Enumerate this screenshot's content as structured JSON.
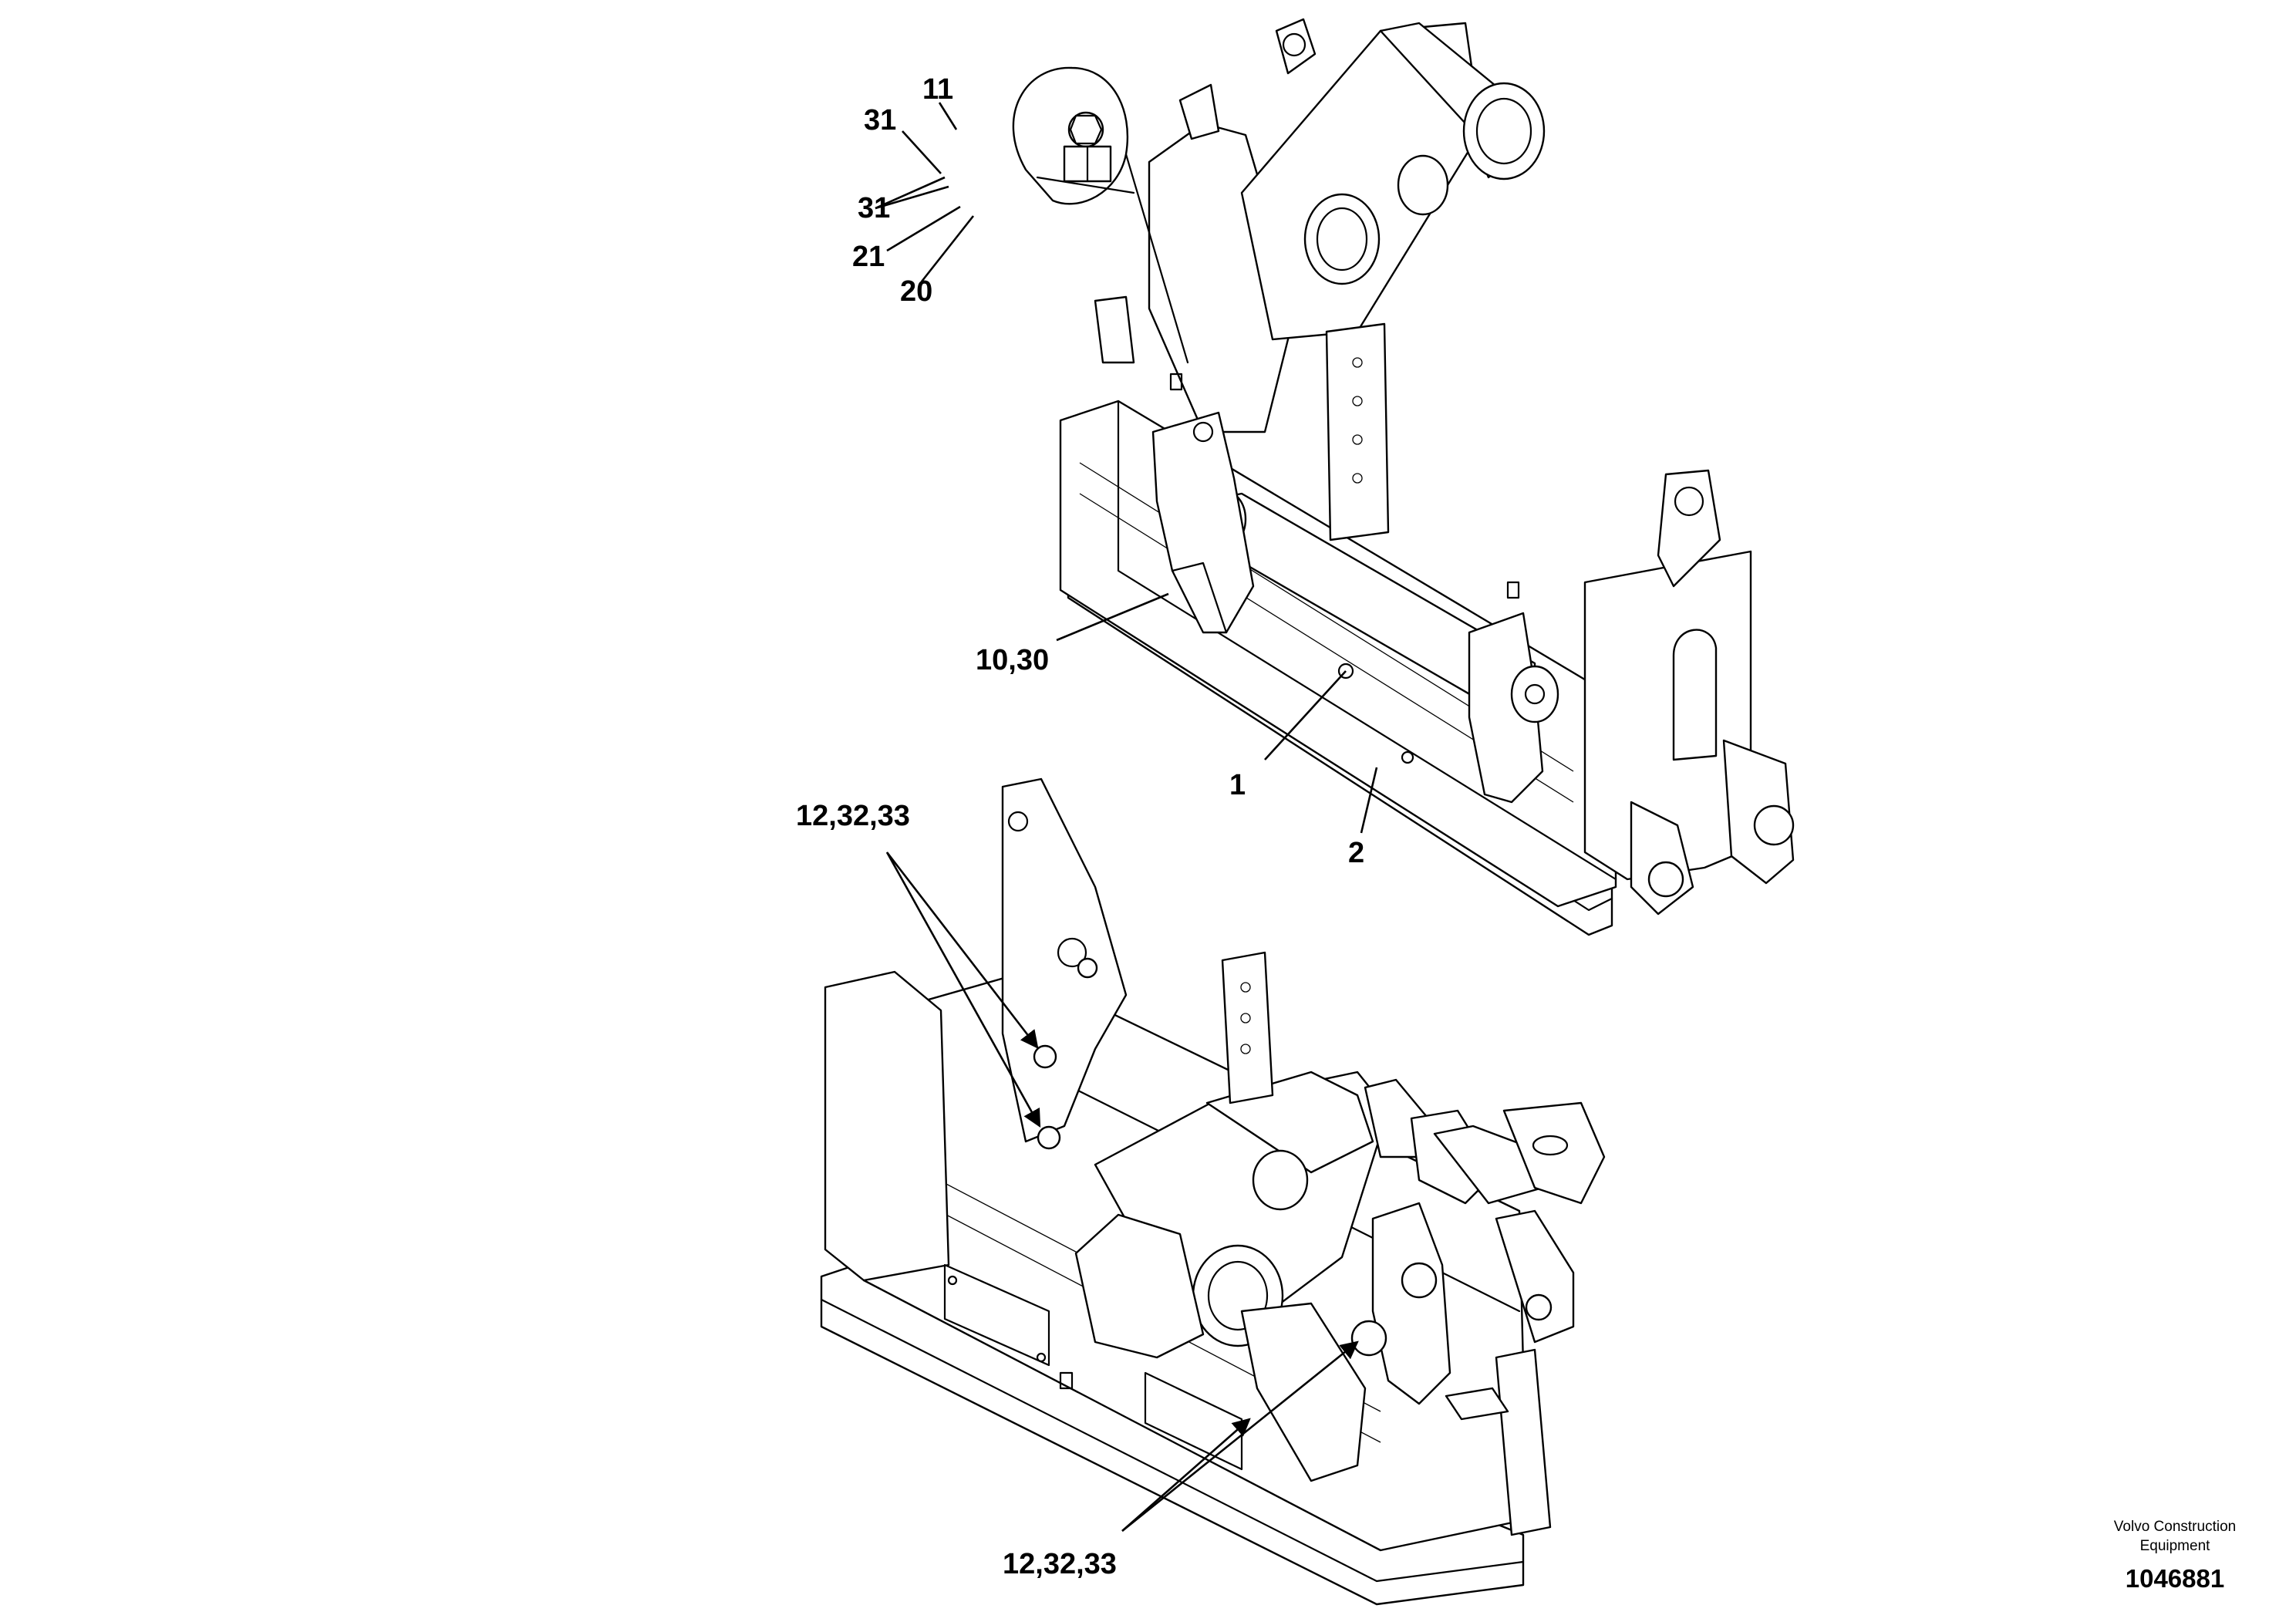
{
  "callouts": {
    "c11": "11",
    "c31_top": "31",
    "c31_mid": "31",
    "c21": "21",
    "c20": "20",
    "c10_30": "10,30",
    "c1": "1",
    "c2": "2",
    "c12_upper": "12,32,33",
    "c12_lower": "12,32,33"
  },
  "footer": {
    "brand_line1": "Volvo Construction",
    "brand_line2": "Equipment",
    "doc_number": "1046881"
  }
}
